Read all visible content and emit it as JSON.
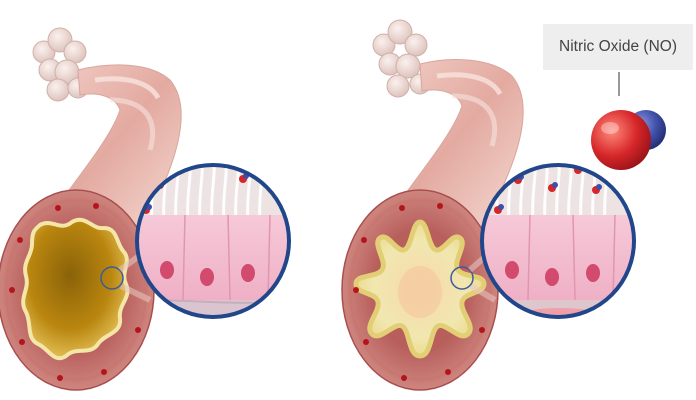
{
  "callout": {
    "label": "Nitric Oxide (NO)"
  },
  "colors": {
    "airway_wall": "#c97c79",
    "airway_wall_light": "#e6b6ae",
    "lumen_constricted": "#b9860f",
    "lumen_dilated": "#f3ecb8",
    "epithelium": "#f2b9cd",
    "nucleus": "#d24a6e",
    "lens_ring": "#21468a",
    "no_red": "#d6262a",
    "no_blue": "#3f4fa8",
    "callout_bg": "#eeeeee"
  },
  "panels": [
    {
      "state": "constricted",
      "no_present": false
    },
    {
      "state": "dilated",
      "no_present": true
    }
  ]
}
